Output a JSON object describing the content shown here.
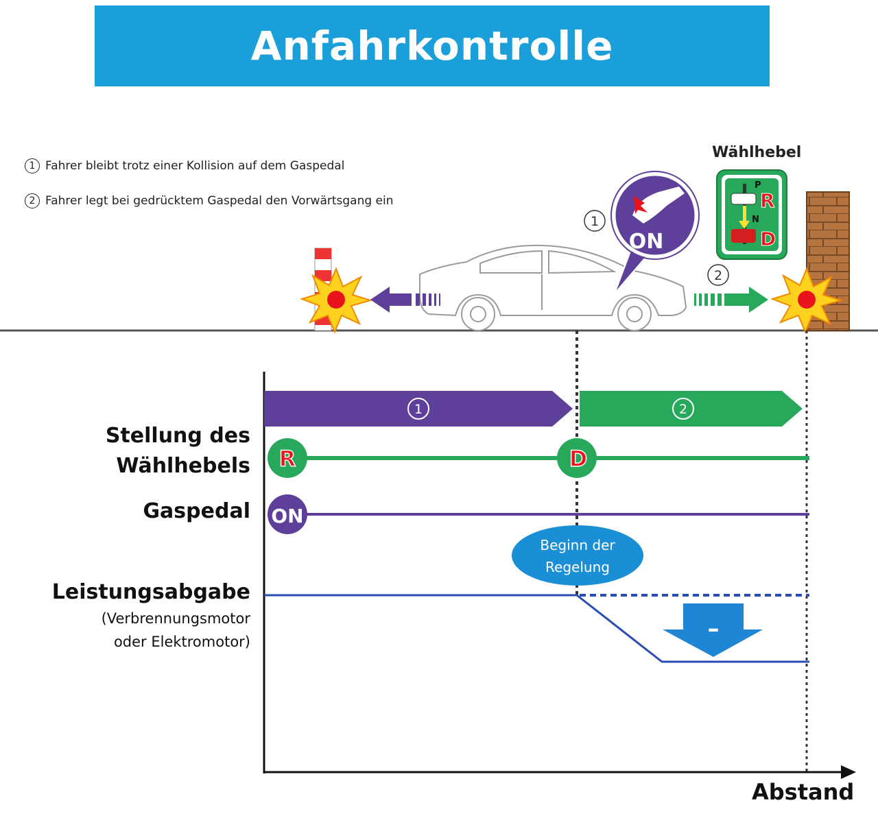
{
  "title": "Anfahrkontrolle",
  "legend": [
    {
      "num": "1",
      "text": "Fahrer bleibt trotz einer Kollision auf dem Gaspedal"
    },
    {
      "num": "2",
      "text": "Fahrer legt bei gedrücktem Gaspedal den Vorwärtsgang ein"
    }
  ],
  "scene": {
    "marker_1": "1",
    "marker_2": "2",
    "pedal_badge": "ON",
    "selector_title": "Wählhebel",
    "selector_letters": {
      "p": "P",
      "r": "R",
      "n": "N",
      "d": "D"
    }
  },
  "rows": {
    "phase_1": "1",
    "phase_2": "2",
    "selector_label_line1": "Stellung des",
    "selector_label_line2": "Wählhebels",
    "selector_start": "R",
    "selector_change": "D",
    "pedal_label": "Gaspedal",
    "pedal_state": "ON",
    "output_label": "Leistungsabgabe",
    "output_sub_line1": "(Verbrennungsmotor",
    "output_sub_line2": "oder Elektromotor)",
    "control_start_line1": "Beginn der",
    "control_start_line2": "Regelung",
    "reduction_sign": "–"
  },
  "x_axis_label": "Abstand",
  "colors": {
    "banner": "#1b9fdb",
    "phase_1": "#5e3f99",
    "phase_2": "#27a85a",
    "selector_marker": "#e02a2a",
    "output_line": "#2a4db3",
    "ellipse": "#1b8fd6",
    "down_arrow": "#1e86d4"
  }
}
